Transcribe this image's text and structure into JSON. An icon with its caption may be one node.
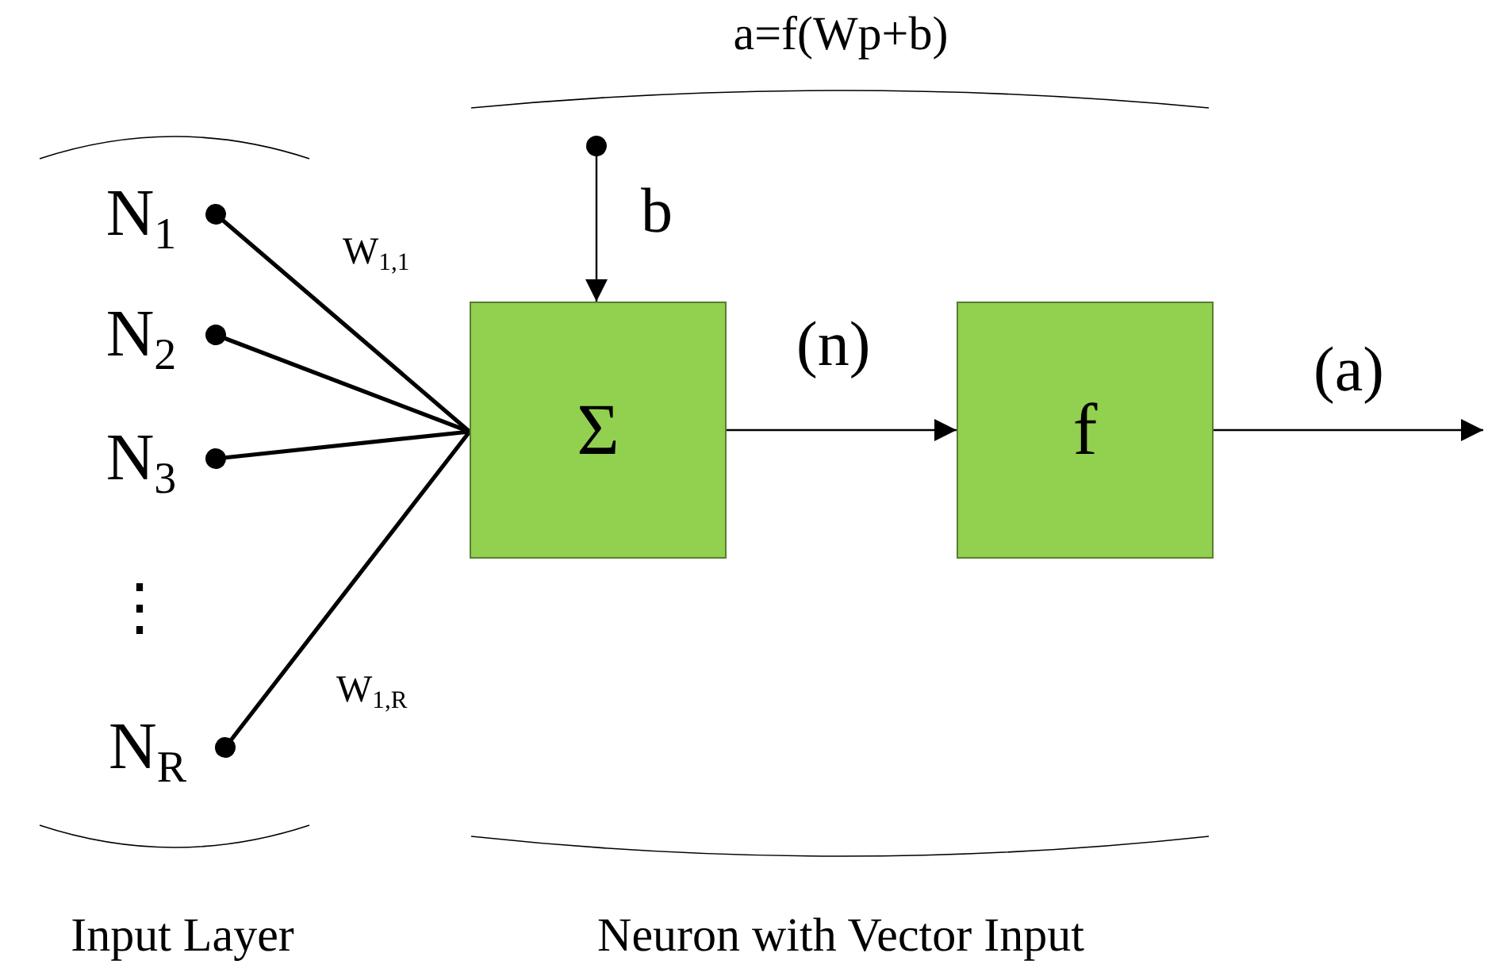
{
  "diagram": {
    "nodes": [
      {
        "text": [
          "N$_{1}$"
        ]
      },
      {
        "text": [
          "N$_{2}$"
        ]
      },
      {
        "text": [
          "N$_{3}$"
        ]
      },
      {
        "text": [
          "N$_{R}$"
        ]
      },
      {
        "text": [
          "Σ"
        ]
      },
      {
        "text": [
          "f"
        ]
      }
    ],
    "edges": [
      {
        "from": 0,
        "to": 4,
        "arrow": "other",
        "label": "W$_{1,1}$"
      },
      {
        "from": 1,
        "to": 4,
        "arrow": "other"
      },
      {
        "from": 2,
        "to": 4,
        "arrow": "other"
      },
      {
        "from": 3,
        "to": 4,
        "arrow": "other",
        "label": "W$_{1,R}$"
      },
      {
        "from": null,
        "to": 4,
        "arrow": "to",
        "label": "b"
      },
      {
        "from": 4,
        "to": 5,
        "arrow": "to",
        "label": "(n)"
      },
      {
        "from": 5,
        "to": null,
        "arrow": "to",
        "label": "(a)"
      }
    ],
    "labels": [
      "a=f(Wp+b)",
      "⋮",
      "Input Layer",
      "Neuron with Vector Input"
    ]
  }
}
